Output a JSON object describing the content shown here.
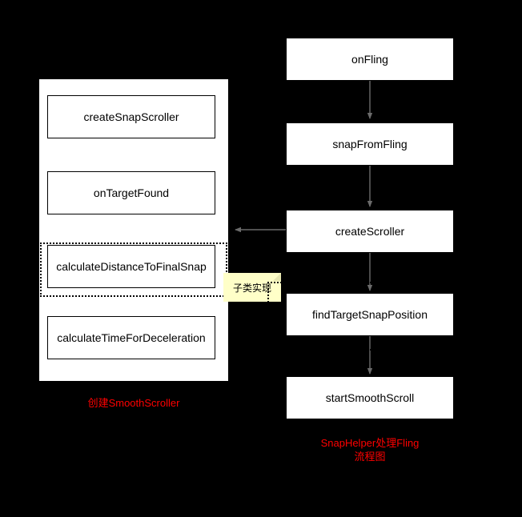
{
  "diagram": {
    "title_right": "SnapHelper处理Fling\n流程图",
    "title_left": "创建SmoothScroller",
    "note_label": "子类实现",
    "colors": {
      "background": "#000000",
      "node_fill": "#ffffff",
      "node_border": "#000000",
      "caption": "#ff0000",
      "note_fill": "#ffffc8",
      "edge": "#6b6b6b"
    },
    "left_group": {
      "caption": "创建SmoothScroller",
      "nodes": [
        {
          "id": "createSnapScroller",
          "label": "createSnapScroller"
        },
        {
          "id": "onTargetFound",
          "label": "onTargetFound"
        },
        {
          "id": "calculateDistanceToFinalSnap",
          "label": "calculateDistanceToFinalSnap"
        },
        {
          "id": "calculateTimeForDeceleration",
          "label": "calculateTimeForDeceleration"
        }
      ]
    },
    "right_group": {
      "caption_line1": "SnapHelper处理Fling",
      "caption_line2": "流程图",
      "nodes": [
        {
          "id": "onFling",
          "label": "onFling"
        },
        {
          "id": "snapFromFling",
          "label": "snapFromFling"
        },
        {
          "id": "createScroller",
          "label": "createScroller"
        },
        {
          "id": "findTargetSnapPosition",
          "label": "findTargetSnapPosition"
        },
        {
          "id": "startSmoothScroll",
          "label": "startSmoothScroll"
        }
      ]
    }
  }
}
